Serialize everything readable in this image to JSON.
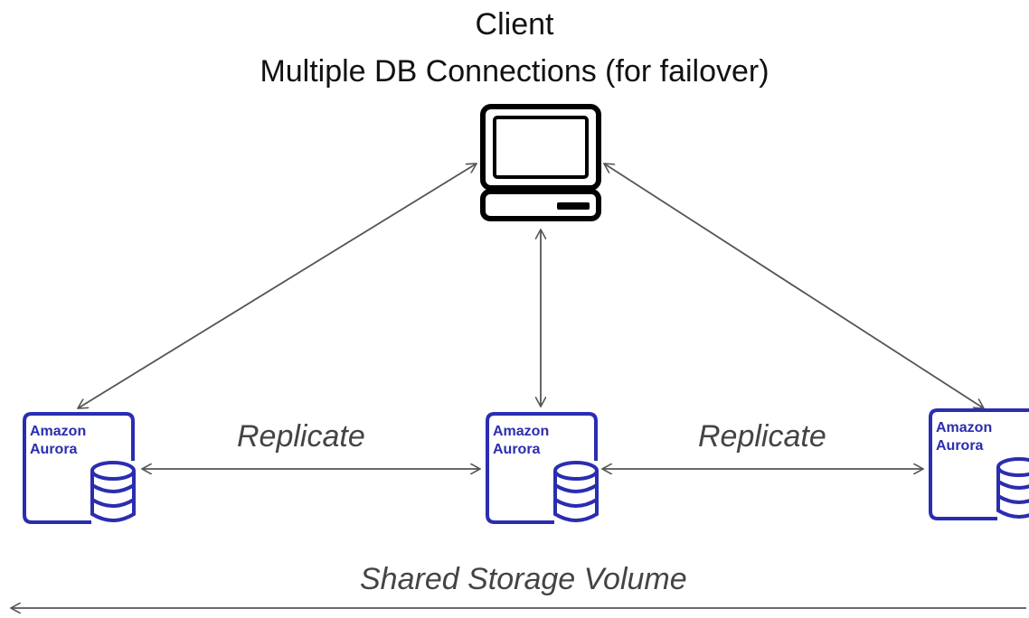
{
  "title": {
    "line1": "Client",
    "line2": "Multiple DB Connections (for failover)"
  },
  "labels": {
    "replicate_left": "Replicate",
    "replicate_right": "Replicate",
    "shared_storage": "Shared Storage Volume"
  },
  "nodes": {
    "client": {
      "icon": "computer-icon"
    },
    "aurora_left": {
      "line1": "Amazon",
      "line2": "Aurora",
      "icon": "aurora-db-icon"
    },
    "aurora_center": {
      "line1": "Amazon",
      "line2": "Aurora",
      "icon": "aurora-db-icon"
    },
    "aurora_right": {
      "line1": "Amazon",
      "line2": "Aurora",
      "icon": "aurora-db-icon"
    }
  },
  "colors": {
    "aurora_blue": "#2A2DB0",
    "arrow_gray": "#555555",
    "text": "#111111"
  }
}
